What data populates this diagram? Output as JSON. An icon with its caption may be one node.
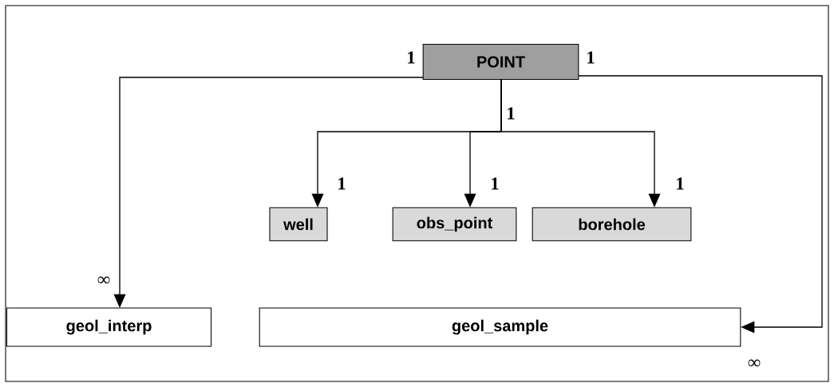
{
  "diagram": {
    "nodes": [
      {
        "text": [
          "POINT"
        ]
      },
      {
        "text": [
          "well"
        ]
      },
      {
        "text": [
          "obs_point"
        ]
      },
      {
        "text": [
          "borehole"
        ]
      },
      {
        "text": [
          "geol_interp"
        ]
      },
      {
        "text": [
          "geol_sample"
        ]
      }
    ],
    "edges": [
      {
        "from": 0,
        "to": 4,
        "arrow": "to"
      },
      {
        "from": 0,
        "to": 1,
        "arrow": "to"
      },
      {
        "from": 0,
        "to": 2,
        "arrow": "to"
      },
      {
        "from": 0,
        "to": 3,
        "arrow": "to"
      },
      {
        "from": 0,
        "to": 5,
        "arrow": "to"
      }
    ],
    "labels": [
      "1",
      "1",
      "1",
      "1",
      "1",
      "1",
      "∞",
      "∞"
    ]
  }
}
